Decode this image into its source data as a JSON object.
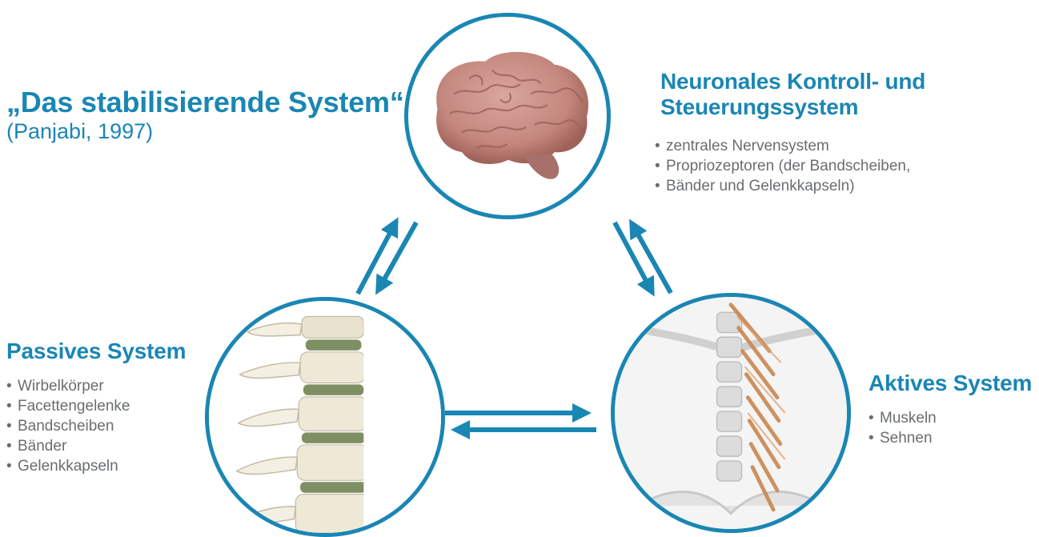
{
  "title": {
    "main": "„Das stabilisierende System“",
    "citation": "(Panjabi, 1997)"
  },
  "neuronal": {
    "title_line1": "Neuronales Kontroll- und",
    "title_line2": "Steuerungssystem",
    "items": [
      "zentrales Nervensystem",
      "Propriozeptoren (der Bandscheiben,",
      "Bänder und Gelenkkapseln)"
    ]
  },
  "passive": {
    "title": "Passives System",
    "items": [
      "Wirbelkörper",
      "Facettengelenke",
      "Bandscheiben",
      "Bänder",
      "Gelenkkapseln"
    ]
  },
  "active": {
    "title": "Aktives System",
    "items": [
      "Muskeln",
      "Sehnen"
    ]
  },
  "colors": {
    "accent": "#1a86b3",
    "text_gray": "#6a6d70",
    "brain": "#c98e86",
    "bone": "#efe9d8",
    "disc": "#7f8f64",
    "muscle": "#c98a5a"
  },
  "icons": {
    "brain": "brain-image",
    "spine": "spine-image",
    "muscles": "back-muscles-image",
    "arrows": "bidirectional-arrows"
  }
}
